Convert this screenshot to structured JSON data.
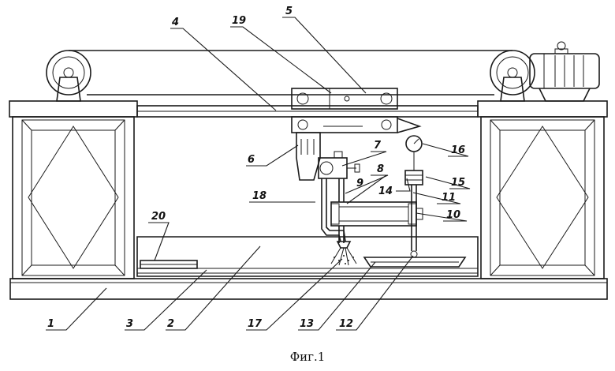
{
  "figure": {
    "caption": "Фиг.1",
    "labels": [
      "1",
      "2",
      "3",
      "4",
      "5",
      "6",
      "7",
      "8",
      "9",
      "10",
      "11",
      "12",
      "13",
      "14",
      "15",
      "16",
      "17",
      "18",
      "19",
      "20"
    ]
  },
  "colors": {
    "ink": "#1a1a1a",
    "paper": "#ffffff"
  }
}
